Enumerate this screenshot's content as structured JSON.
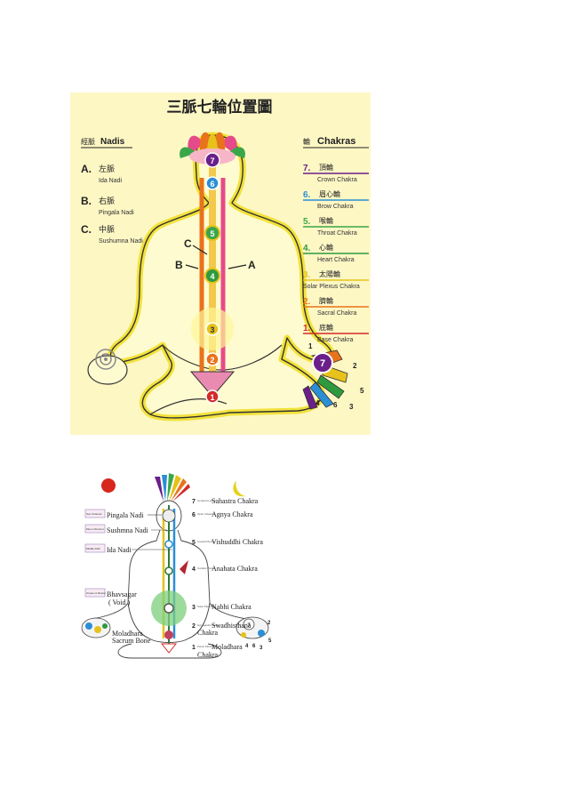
{
  "figure1": {
    "title": "三脈七輪位置圖",
    "nadis_header_cn": "經脈",
    "nadis_header_en": "Nadis",
    "nadis": [
      {
        "letter": "A.",
        "cn": "左脈",
        "en": "Ida Nadi"
      },
      {
        "letter": "B.",
        "cn": "右脈",
        "en": "Pingala Nadi"
      },
      {
        "letter": "C.",
        "cn": "中脈",
        "en": "Sushumna Nadi"
      }
    ],
    "chakras_header_cn": "輪",
    "chakras_header_en": "Chakras",
    "chakras": [
      {
        "num": "7.",
        "cn": "頂輪",
        "en": "Crown Chakra",
        "color": "#6a1f8a"
      },
      {
        "num": "6.",
        "cn": "眉心輪",
        "en": "Brow Chakra",
        "color": "#2b8fd6"
      },
      {
        "num": "5.",
        "cn": "喉輪",
        "en": "Throat Chakra",
        "color": "#3aa64a"
      },
      {
        "num": "4.",
        "cn": "心輪",
        "en": "Heart Chakra",
        "color": "#2e9a3e"
      },
      {
        "num": "3.",
        "cn": "太陽輪",
        "en": "Solar Plexus Chakra",
        "color": "#e6c21a"
      },
      {
        "num": "2.",
        "cn": "臍輪",
        "en": "Sacral Chakra",
        "color": "#e8731a"
      },
      {
        "num": "1.",
        "cn": "底輪",
        "en": "Base Chakra",
        "color": "#d42a2a"
      }
    ],
    "body_labels": {
      "A": "A",
      "B": "B",
      "C": "C"
    },
    "spine_numbers": [
      "7",
      "6",
      "5",
      "4",
      "3",
      "2",
      "1"
    ],
    "hand_numbers": [
      "1",
      "2",
      "3",
      "4",
      "5",
      "6",
      "7"
    ],
    "hand_center": "7"
  },
  "figure2": {
    "channels": [
      {
        "small": "Sun Channel",
        "label": "Pingala Nadi"
      },
      {
        "small": "Moon Channel",
        "label": "Sushmna Nadi"
      },
      {
        "small": "Middle Path",
        "label": "Ida Nadi"
      }
    ],
    "void_small": "Ocean of Illusion",
    "void_label": "Bhavsagar",
    "void_paren": "( Void )",
    "moladhara_left": "Moladhara",
    "sacrum": "Sacrum Bone",
    "chakras": [
      {
        "num": "7",
        "small": "Cerebral Limbic",
        "label": "Sahastra Chakra"
      },
      {
        "num": "6",
        "small": "Optic Chiasma",
        "label": "Agnya Chakra"
      },
      {
        "num": "5",
        "small": "Carotid Plexus",
        "label": "Vishuddhi Chakra"
      },
      {
        "num": "4",
        "small": "Cardiac Plexus",
        "label": "Anahata Chakra"
      },
      {
        "num": "3",
        "small": "Solar Plexus",
        "label": "Nabhi Chakra"
      },
      {
        "num": "2",
        "small": "Hypogastric Plexus",
        "label": "Swadhisthana"
      },
      {
        "num": "1",
        "small": "Pelvic Plexus",
        "label": "Moladhara"
      }
    ],
    "chakra_suffix": "Chakra",
    "hand_numbers": [
      "1",
      "2",
      "3",
      "4",
      "5",
      "6",
      "7"
    ]
  },
  "colors": {
    "fig1_bg": "#fdf7c4",
    "body_fill": "#fffbd0",
    "body_glow": "#f2e23a",
    "outline": "#333333",
    "pingala": "#e8731a",
    "ida": "#e54a8a",
    "sushumna": "#f2c94c"
  }
}
